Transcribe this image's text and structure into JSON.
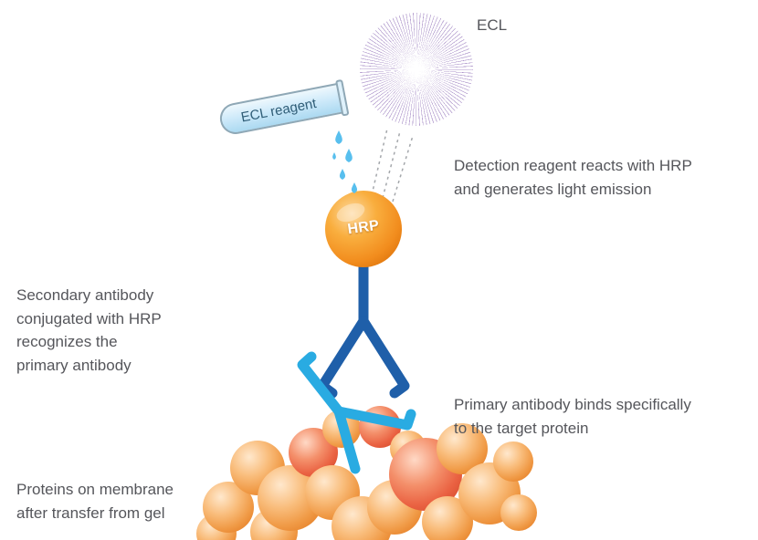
{
  "labels": {
    "ecl": "ECL",
    "tube": "ECL reagent",
    "hrp": "HRP"
  },
  "captions": {
    "detection": "Detection reagent reacts with HRP\nand generates light emission",
    "secondary": "Secondary antibody\nconjugated with HRP\nrecognizes the\nprimary antibody",
    "primary": "Primary antibody binds specifically\nto the target protein",
    "proteins": "Proteins on membrane\nafter transfer from gel"
  },
  "icons": {
    "burst": "ecl-light-burst",
    "tube": "test-tube",
    "drops": "reagent-drops",
    "emission": "light-emission-dashes",
    "hrp_sphere": "hrp-enzyme-sphere",
    "secondary_antibody": "secondary-antibody-y",
    "primary_antibody": "primary-antibody-y",
    "proteins": "protein-spheres"
  },
  "colors": {
    "text": "#55565b",
    "burst_purple": "#9a7cbe",
    "tube_fill": "#cfeafa",
    "drop_blue": "#58bfee",
    "hrp_orange": "#f7941e",
    "secondary_blue": "#1f5fa9",
    "primary_blue": "#29abe2",
    "protein_orange": "#f4a259",
    "protein_red": "#e8603f",
    "dash_gray": "#a4a7ab"
  }
}
